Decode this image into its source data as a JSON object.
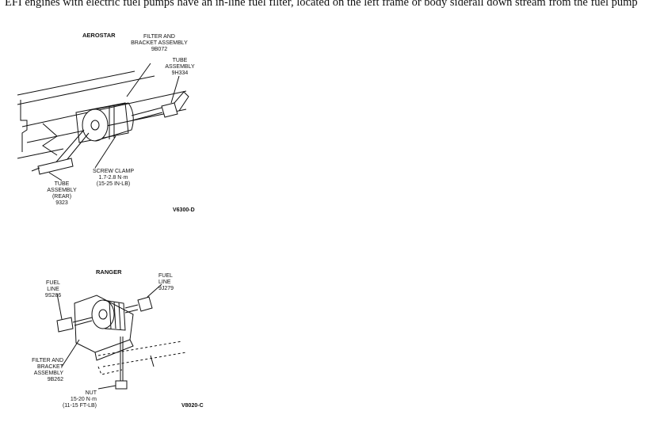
{
  "intro_text": "EFI engines with electric fuel pumps have an in-line fuel filter, located on the left frame or body siderail down stream from the fuel pump",
  "aerostar": {
    "title": "AEROSTAR",
    "filter_label": "FILTER AND\nBRACKET ASSEMBLY\n9B072",
    "tube_label": "TUBE\nASSEMBLY\n9H334",
    "clamp_label": "SCREW CLAMP\n1.7-2.8 N·m\n(15-25 IN-LB)",
    "tube_rear_label": "TUBE\nASSEMBLY\n(REAR)\n9323",
    "code": "V6300-D"
  },
  "ranger": {
    "title": "RANGER",
    "fuel_line_left_label": "FUEL\nLINE\n9S286",
    "fuel_line_right_label": "FUEL\nLINE\n9J279",
    "filter_label": "FILTER AND\nBRACKET\nASSEMBLY\n9B262",
    "nut_label": "NUT\n15-20 N·m\n(11-15 FT-LB)",
    "code": "V8020-C"
  }
}
